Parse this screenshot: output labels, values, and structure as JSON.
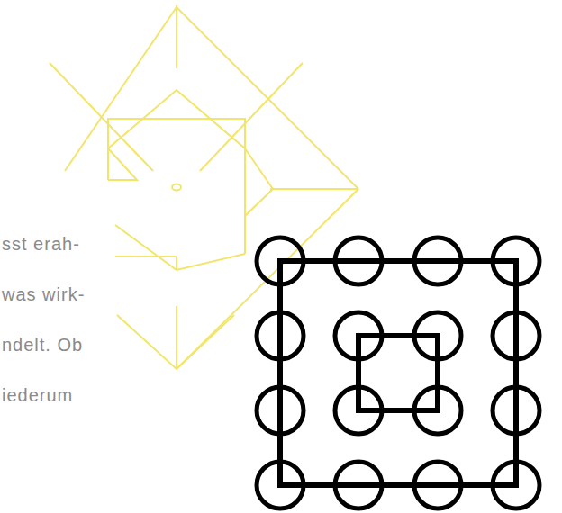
{
  "diagram": {
    "labels": [
      "sst erah-",
      "was wirk-",
      "ndelt. Ob",
      "iederum"
    ]
  }
}
